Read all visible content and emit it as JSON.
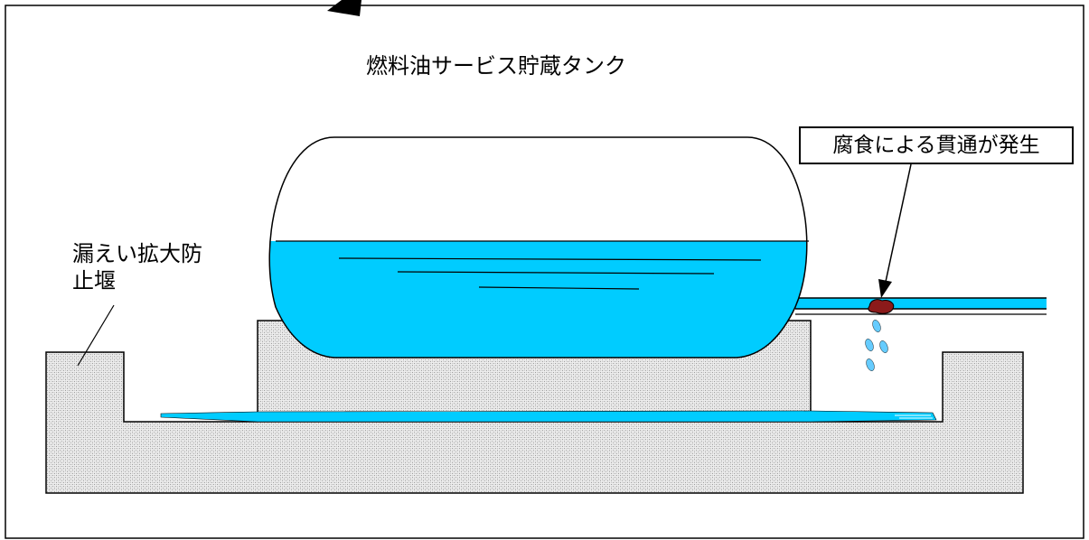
{
  "diagram": {
    "title": "燃料油サービス貯蔵タンク",
    "dike_label_line1": "漏えい拡大防",
    "dike_label_line2": "止堰",
    "corrosion_label": "腐食による貫通が発生"
  },
  "colors": {
    "fuel_oil": "#00ccff",
    "corrosion": "#8b1a1a",
    "concrete_base": "#d8d8d8",
    "outline": "#000000",
    "background": "#ffffff"
  }
}
